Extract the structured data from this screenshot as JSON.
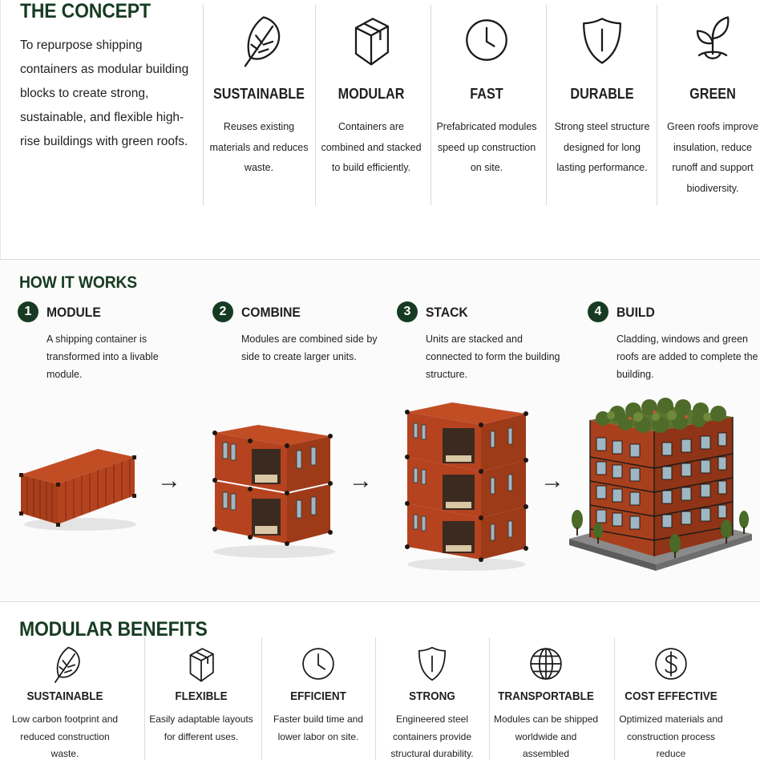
{
  "concept": {
    "title": "THE CONCEPT",
    "text": "To repurpose shipping containers as modular building blocks to create strong, sustainable, and flexible high-rise buildings with green roofs.",
    "items": [
      {
        "icon": "leaf-icon",
        "label": "SUSTAINABLE",
        "desc": "Reuses existing materials and reduces waste."
      },
      {
        "icon": "box-icon",
        "label": "MODULAR",
        "desc": "Containers are combined and stacked to build efficiently."
      },
      {
        "icon": "clock-icon",
        "label": "FAST",
        "desc": "Prefabricated modules speed up construction on site."
      },
      {
        "icon": "shield-icon",
        "label": "DURABLE",
        "desc": "Strong steel structure designed for long lasting performance."
      },
      {
        "icon": "sprout-icon",
        "label": "GREEN",
        "desc": "Green roofs improve insulation, reduce runoff and support biodiversity."
      }
    ]
  },
  "how": {
    "title": "HOW IT WORKS",
    "steps": [
      {
        "num": "1",
        "title": "MODULE",
        "desc": "A shipping container is transformed into a livable module."
      },
      {
        "num": "2",
        "title": "COMBINE",
        "desc": "Modules are combined side by side to create larger units."
      },
      {
        "num": "3",
        "title": "STACK",
        "desc": "Units are stacked and connected to form the building structure."
      },
      {
        "num": "4",
        "title": "BUILD",
        "desc": "Cladding, windows and green roofs are added to complete the building."
      }
    ],
    "arrow": "→"
  },
  "benefits": {
    "title": "MODULAR BENEFITS",
    "items": [
      {
        "icon": "leaf-icon",
        "label": "SUSTAINABLE",
        "desc": "Low carbon footprint and reduced construction waste."
      },
      {
        "icon": "box-icon",
        "label": "FLEXIBLE",
        "desc": "Easily adaptable layouts for different uses."
      },
      {
        "icon": "clock-icon",
        "label": "EFFICIENT",
        "desc": "Faster build time and lower labor on site."
      },
      {
        "icon": "shield-icon",
        "label": "STRONG",
        "desc": "Engineered steel containers provide structural durability."
      },
      {
        "icon": "globe-icon",
        "label": "TRANSPORTABLE",
        "desc": "Modules can be shipped worldwide and assembled"
      },
      {
        "icon": "dollar-icon",
        "label": "COST EFFECTIVE",
        "desc": "Optimized materials and construction process reduce"
      }
    ]
  },
  "colors": {
    "heading": "#173b22",
    "container": "#b5431f",
    "container_dark": "#7c2a12",
    "greenery": "#4f6b2a"
  }
}
